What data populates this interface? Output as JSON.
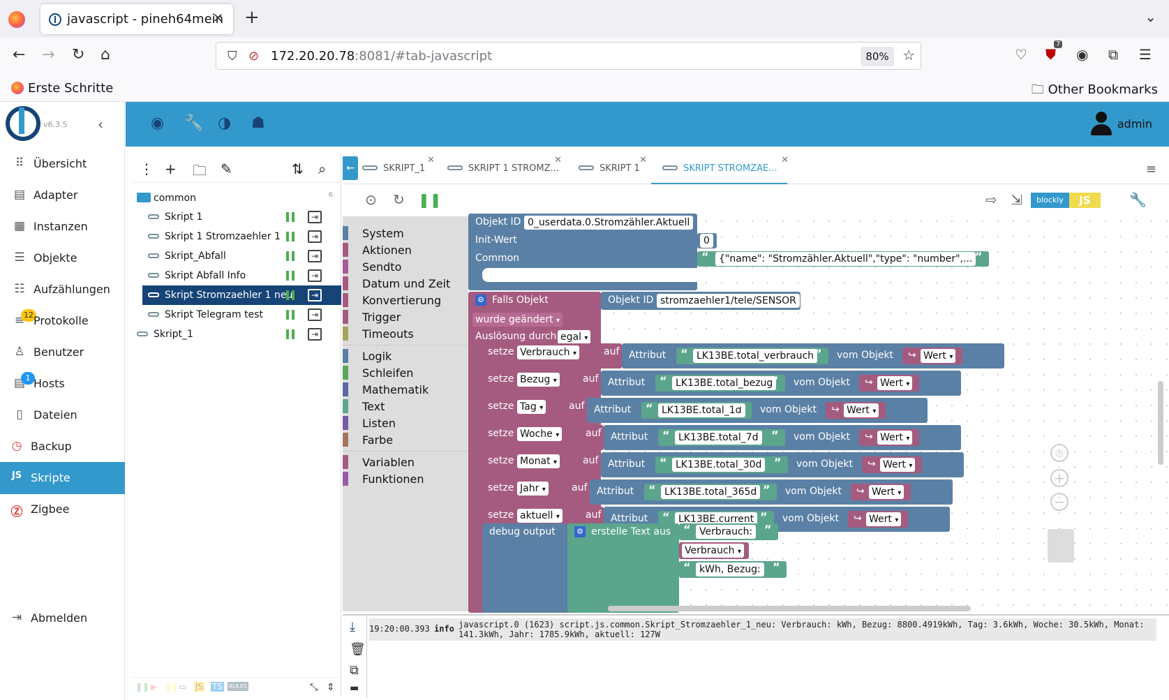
{
  "browser": {
    "tab_title": "javascript - pineh64mein",
    "url_host": "172.20.20.78",
    "url_rest": ":8081/#tab-javascript",
    "zoom": "80%",
    "ext_badge": "7",
    "bookmark_1": "Erste Schritte",
    "bookmark_other": "Other Bookmarks"
  },
  "app": {
    "version": "v6.3.5",
    "user": "admin"
  },
  "menu": [
    {
      "label": "Übersicht",
      "icon": "grid-icon"
    },
    {
      "label": "Adapter",
      "icon": "store-icon"
    },
    {
      "label": "Instanzen",
      "icon": "instances-icon"
    },
    {
      "label": "Objekte",
      "icon": "list-icon"
    },
    {
      "label": "Aufzählungen",
      "icon": "enum-icon"
    },
    {
      "label": "Protokolle",
      "icon": "log-icon",
      "badge": "12"
    },
    {
      "label": "Benutzer",
      "icon": "user-icon"
    },
    {
      "label": "Hosts",
      "icon": "hosts-icon",
      "badge": "1"
    },
    {
      "label": "Dateien",
      "icon": "file-icon"
    },
    {
      "label": "Backup",
      "icon": "backup-icon"
    },
    {
      "label": "Skripte",
      "icon": "js-icon"
    },
    {
      "label": "Zigbee",
      "icon": "zigbee-icon"
    }
  ],
  "logout": "Abmelden",
  "tree": {
    "folder": "common",
    "folder_count": "6",
    "items": [
      "Skript 1",
      "Skript 1 Stromzaehler 1",
      "Skript_Abfall",
      "Skript Abfall Info",
      "Skript Stromzaehler 1 neu",
      "Skript Telegram test"
    ],
    "root_item": "Skript_1"
  },
  "editor_tabs": [
    "SKRIPT_1",
    "SKRIPT 1 STROMZ...",
    "SKRIPT 1",
    "SKRIPT STROMZAE..."
  ],
  "switch": {
    "blockly": "blockly",
    "js": "JS"
  },
  "toolbox": {
    "group1": [
      "System",
      "Aktionen",
      "Sendto",
      "Datum und Zeit",
      "Konvertierung",
      "Trigger",
      "Timeouts"
    ],
    "group2": [
      "Logik",
      "Schleifen",
      "Mathematik",
      "Text",
      "Listen",
      "Farbe"
    ],
    "group3": [
      "Variablen",
      "Funktionen"
    ],
    "colors": {
      "System": "#5b80a5",
      "Aktionen": "#a55b80",
      "Sendto": "#a55b99",
      "Datum und Zeit": "#a55b80",
      "Konvertierung": "#a55b80",
      "Trigger": "#a55b80",
      "Timeouts": "#a5a55b",
      "Logik": "#5b80a5",
      "Schleifen": "#5ba55b",
      "Mathematik": "#5b67a5",
      "Text": "#5ba58c",
      "Listen": "#745ba5",
      "Farbe": "#a5745b",
      "Variablen": "#a55b80",
      "Funktionen": "#995ba5"
    }
  },
  "blocks": {
    "objekt_id_label": "Objekt ID",
    "objekt_id_value": "0_userdata.0.Stromzähler.Aktuell",
    "init_label": "Init-Wert",
    "init_value": "0",
    "common_label": "Common",
    "common_value": "{\"name\": \"Stromzähler.Aktuell\",\"type\": \"number\",...",
    "falls_label": "Falls Objekt",
    "trigger_id_label": "Objekt ID",
    "trigger_id_value": "stromzaehler1/tele/SENSOR",
    "wurde": "wurde geändert",
    "ausloesung_label": "Auslösung durch",
    "ausloesung_value": "egal",
    "setze": "setze",
    "auf": "auf",
    "attribut": "Attribut",
    "vom_objekt": "vom Objekt",
    "wert": "Wert",
    "rows": [
      {
        "var": "Verbrauch",
        "attr": "LK13BE.total_verbrauch"
      },
      {
        "var": "Bezug",
        "attr": "LK13BE.total_bezug"
      },
      {
        "var": "Tag",
        "attr": "LK13BE.total_1d"
      },
      {
        "var": "Woche",
        "attr": "LK13BE.total_7d"
      },
      {
        "var": "Monat",
        "attr": "LK13BE.total_30d"
      },
      {
        "var": "Jahr",
        "attr": "LK13BE.total_365d"
      },
      {
        "var": "aktuell",
        "attr": "LK13BE.current"
      }
    ],
    "debug": "debug output",
    "erstelle": "erstelle Text aus",
    "text1": "Verbrauch:",
    "var1": "Verbrauch",
    "text2": "kWh, Bezug:"
  },
  "log": {
    "time": "19:20:00.393",
    "level": "info",
    "message": "javascript.0 (1623) script.js.common.Skript_Stromzaehler_1_neu: Verbrauch: kWh, Bezug: 8800.4919kWh, Tag: 3.6kWh, Woche: 30.5kWh, Monat: 141.3kWh, Jahr: 1785.9kWh, aktuell: 127W"
  }
}
